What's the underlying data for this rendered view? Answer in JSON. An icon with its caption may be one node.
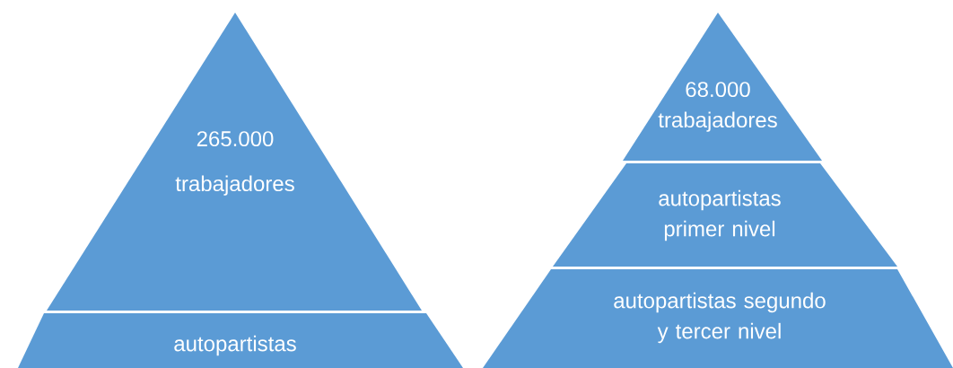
{
  "diagram": {
    "nodes": [
      {
        "text": [
          "265.000 trabajadores"
        ]
      },
      {
        "text": [
          "autopartistas"
        ]
      },
      {
        "text": [
          "68.000 trabajadores"
        ]
      },
      {
        "text": [
          "autopartistas primer nivel"
        ]
      },
      {
        "text": [
          "autopartistas segundo y tercer nivel"
        ]
      }
    ]
  }
}
